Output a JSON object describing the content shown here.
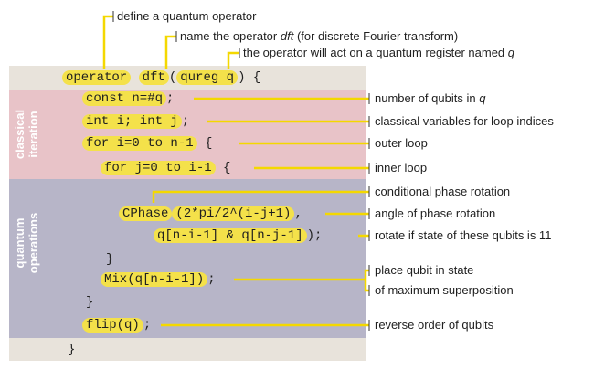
{
  "code": {
    "line1": {
      "kw": "operator",
      "name": "dft",
      "open": "(",
      "arg": "qureg q",
      "close": ") {"
    },
    "line2": {
      "text": "const n=#q",
      "tail": ";"
    },
    "line3": {
      "text": "int i; int j",
      "tail": ";"
    },
    "line4": {
      "text": "for i=0 to n-1",
      "tail": " {"
    },
    "line5": {
      "text": "for j=0 to i-1",
      "tail": " {"
    },
    "line6": {
      "text": "CPhase",
      "arg": "(2*pi/2^(i-j+1)",
      "tail": ","
    },
    "line7": {
      "text": "q[n-i-1] & q[n-j-1]",
      "tail": ");"
    },
    "line8": {
      "text": "}"
    },
    "line9": {
      "text": "Mix(q[n-i-1])",
      "tail": ";"
    },
    "line10": {
      "text": "}"
    },
    "line11": {
      "text": "flip(q)",
      "tail": ";"
    },
    "line12": {
      "text": "}"
    }
  },
  "regions": {
    "classical": "classical\niteration",
    "quantum": "quantum\noperations"
  },
  "annotations": {
    "define": "define a quantum operator",
    "name_pre": "name the operator ",
    "name_em": "dft",
    "name_post": " (for discrete Fourier transform)",
    "register_pre": "the operator will act on a quantum register named ",
    "register_em": "q",
    "qubits_pre": "number of qubits in ",
    "qubits_em": "q",
    "classical_vars": "classical variables for loop indices",
    "outer": "outer loop",
    "inner": "inner loop",
    "cond_phase": "conditional phase rotation",
    "angle": "angle of phase rotation",
    "rotate_if": "rotate if state of these qubits is 11",
    "place_1": "place qubit in state",
    "place_2": "of maximum superposition",
    "reverse": "reverse order of qubits"
  },
  "colors": {
    "highlight": "#f4e14a",
    "leader": "#f4d800",
    "classical_bg": "#e8c3c8",
    "quantum_bg": "#b7b5c8",
    "frame_bg": "#e8e3db"
  }
}
